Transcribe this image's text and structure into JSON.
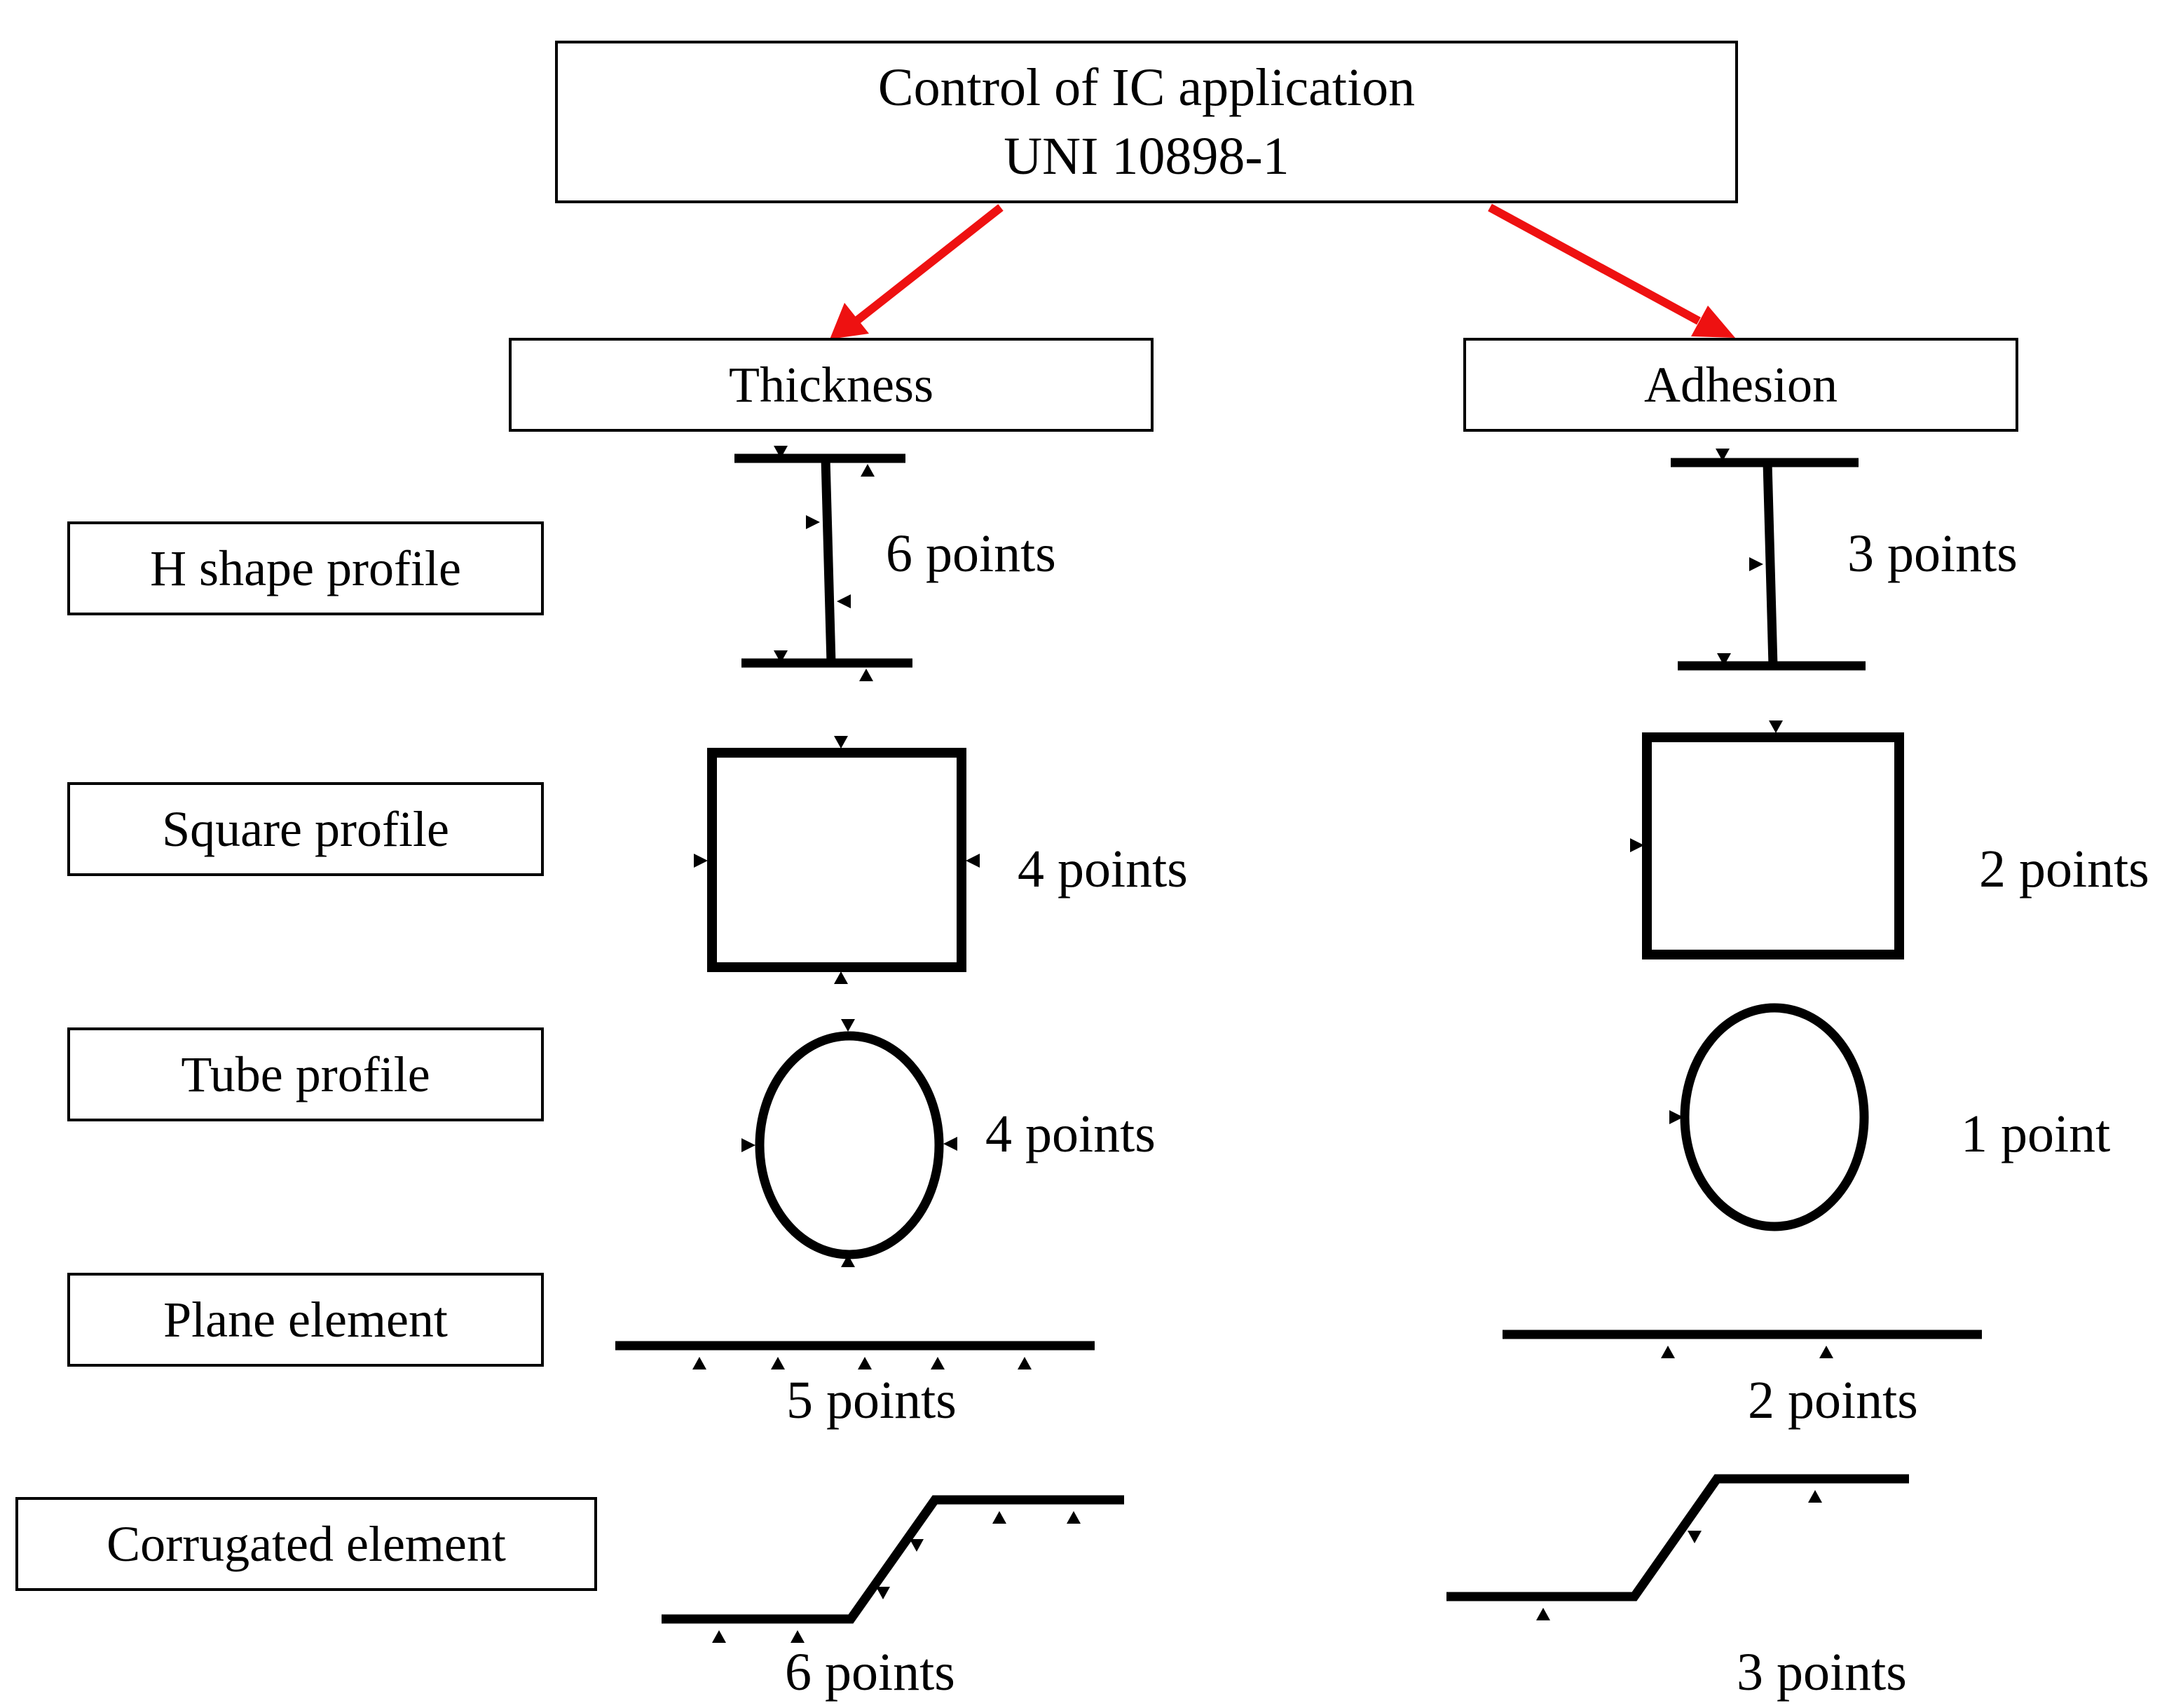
{
  "header": {
    "line1": "Control of IC application",
    "line2": "UNI 10898-1"
  },
  "categories": {
    "thickness": "Thickness",
    "adhesion": "Adhesion"
  },
  "rows": [
    {
      "id": "h-shape",
      "label": "H shape profile",
      "thickness_points": "6 points",
      "adhesion_points": "3 points"
    },
    {
      "id": "square",
      "label": "Square profile",
      "thickness_points": "4 points",
      "adhesion_points": "2 points"
    },
    {
      "id": "tube",
      "label": "Tube profile",
      "thickness_points": "4 points",
      "adhesion_points": "1 point"
    },
    {
      "id": "plane",
      "label": "Plane element",
      "thickness_points": "5 points",
      "adhesion_points": "2 points"
    },
    {
      "id": "corrugated",
      "label": "Corrugated element",
      "thickness_points": "6 points",
      "adhesion_points": "3 points"
    }
  ],
  "colors": {
    "arrow": "#ee1111",
    "stroke": "#000000"
  }
}
